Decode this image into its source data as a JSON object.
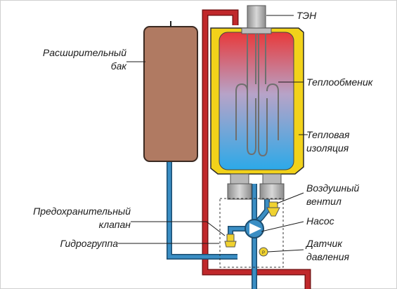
{
  "labels": {
    "expansion_tank_line1": "Расширительный",
    "expansion_tank_line2": "бак",
    "heating_element": "ТЭН",
    "heat_exchanger": "Теплообменик",
    "insulation_line1": "Тепловая",
    "insulation_line2": "изоляция",
    "air_vent_line1": "Воздушный",
    "air_vent_line2": "вентил",
    "safety_valve_line1": "Предохранительный",
    "safety_valve_line2": "клапан",
    "pump": "Насос",
    "hydro_group": "Гидрогруппа",
    "pressure_sensor_line1": "Датчик",
    "pressure_sensor_line2": "давления"
  },
  "colors": {
    "hot_pipe": "#c0282b",
    "cold_pipe": "#3a8ec4",
    "tank_fill": "#b07a62",
    "insulation": "#f2d21a",
    "valve": "#f0d230"
  }
}
